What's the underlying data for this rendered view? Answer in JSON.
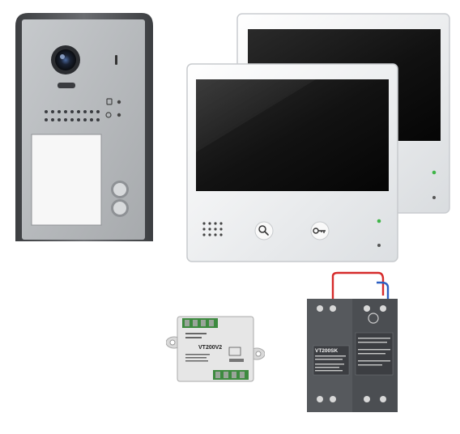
{
  "products": {
    "door_station": {
      "name": "door-station",
      "icon": "camera-icon"
    },
    "monitors": [
      {
        "name": "monitor-back"
      },
      {
        "name": "monitor-front",
        "buttons": [
          "intercom-icon",
          "key-icon"
        ]
      }
    ],
    "distributor": {
      "model_label": "VT200V2"
    },
    "power_supply": {
      "model_label": "VT200SK"
    }
  },
  "colors": {
    "panel_silver": "#b9bcbf",
    "housing_dark": "#5e6064",
    "monitor_white": "#f4f5f6",
    "screen_black": "#1a1a1a",
    "module_body": "#e6e6e6",
    "terminal_green": "#3d8a3f",
    "psu_gray": "#4f5256",
    "wire_red": "#d62b2b",
    "wire_blue": "#2c5fc2",
    "led_green": "#3fb548"
  }
}
